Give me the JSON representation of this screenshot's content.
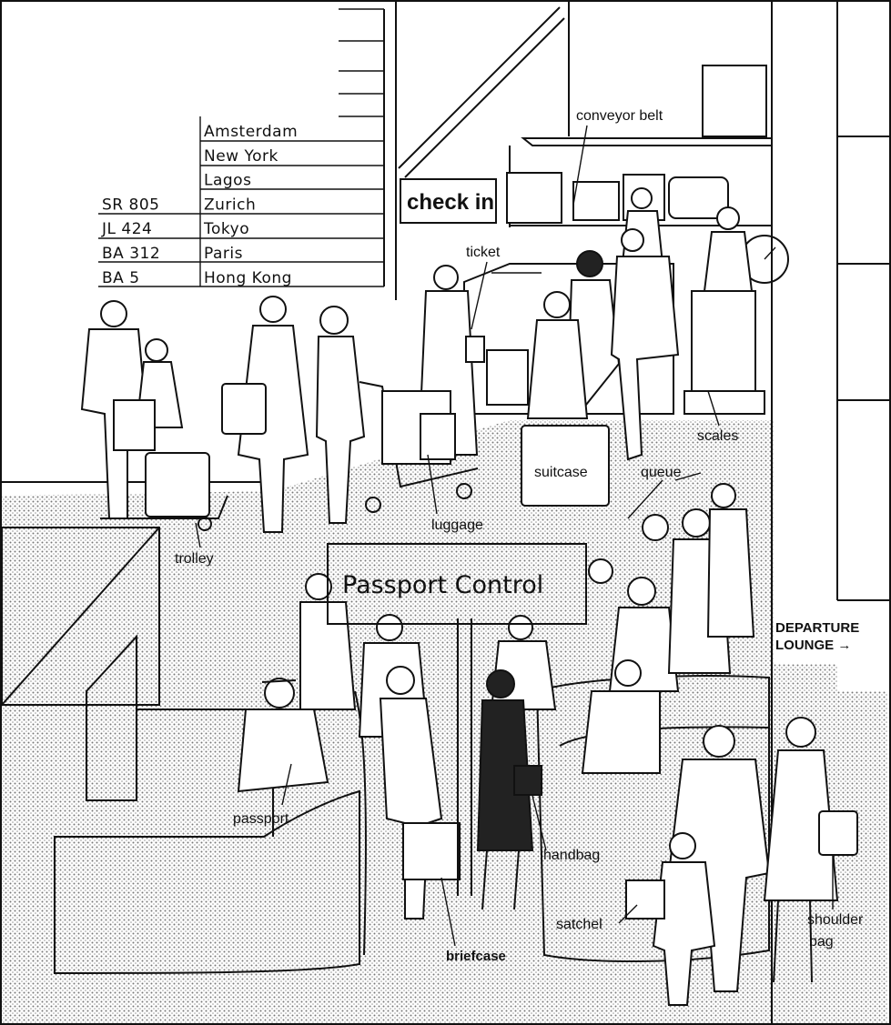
{
  "departures_board": {
    "rows": [
      {
        "flight": "",
        "destination": "Amsterdam"
      },
      {
        "flight": "",
        "destination": "New York"
      },
      {
        "flight": "",
        "destination": "Lagos"
      },
      {
        "flight": "SR 805",
        "destination": "Zurich"
      },
      {
        "flight": "JL 424",
        "destination": "Tokyo"
      },
      {
        "flight": "BA 312",
        "destination": "Paris"
      },
      {
        "flight": "BA 5",
        "destination": "Hong Kong"
      }
    ]
  },
  "signs": {
    "check_in": "check in",
    "passport_control": "Passport Control",
    "departure_lounge_line1": "DEPARTURE",
    "departure_lounge_line2": "LOUNGE →"
  },
  "labels": {
    "conveyor_belt": "conveyor belt",
    "ticket": "ticket",
    "scales": "scales",
    "suitcase": "suitcase",
    "queue": "queue",
    "luggage": "luggage",
    "trolley": "trolley",
    "passport": "passport",
    "handbag": "handbag",
    "satchel": "satchel",
    "briefcase": "briefcase",
    "shoulder_bag_line1": "shoulder",
    "shoulder_bag_line2": "bag"
  }
}
